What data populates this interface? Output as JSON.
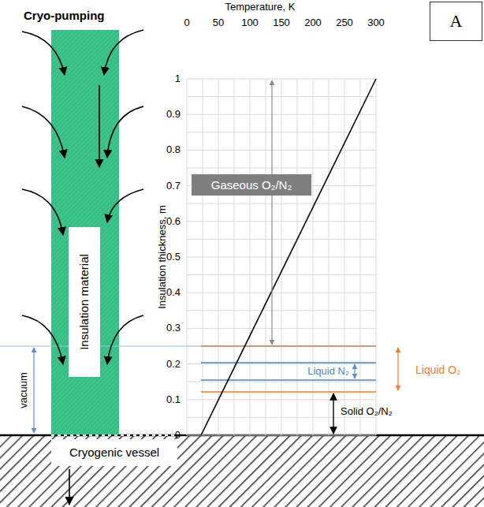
{
  "diagram": {
    "title": "Cryo-pumping",
    "nodes": [
      {
        "text": [
          "A"
        ]
      },
      {
        "text": [
          "Insulation material"
        ]
      },
      {
        "text": [
          "Gaseous O₂/N₂"
        ]
      },
      {
        "text": [
          "Cryogenic vessel"
        ]
      }
    ],
    "labels": [
      "Temperature, K",
      "0",
      "50",
      "100",
      "150",
      "200",
      "250",
      "300",
      "Insulation thickness, m",
      "1",
      "0.9",
      "0.8",
      "0.7",
      "0.6",
      "0.5",
      "0.4",
      "0.3",
      "0.2",
      "0.1",
      "0",
      "vacuum",
      "Liquid N₂",
      "Liquid O₂",
      "Solid O₂/N₂"
    ]
  }
}
